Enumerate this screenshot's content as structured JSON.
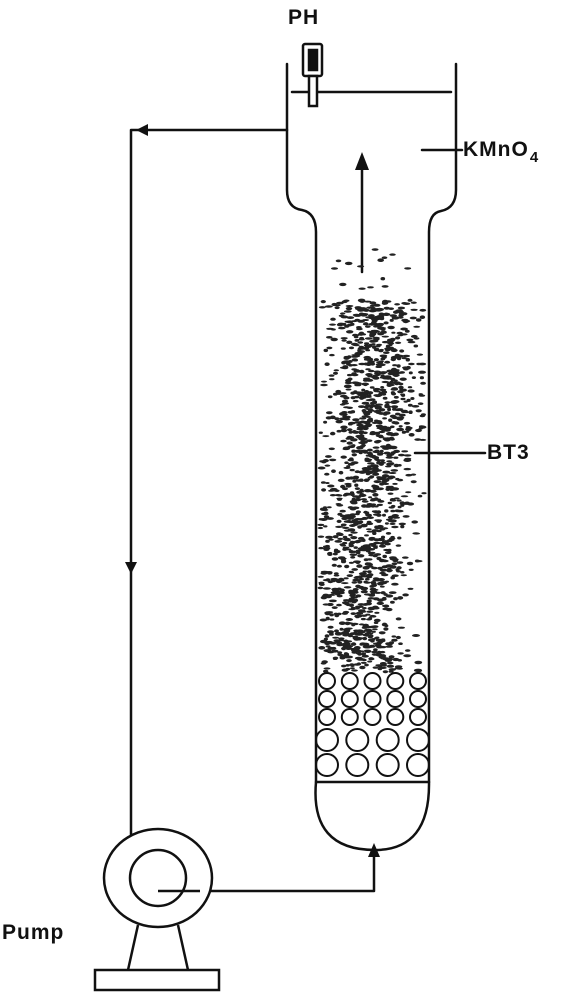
{
  "labels": {
    "ph": "PH",
    "kmno4_main": "KMnO",
    "kmno4_sub": "4",
    "bt3": "BT3",
    "pump": "Pump"
  },
  "colors": {
    "line": "#111111",
    "background": "#ffffff"
  }
}
